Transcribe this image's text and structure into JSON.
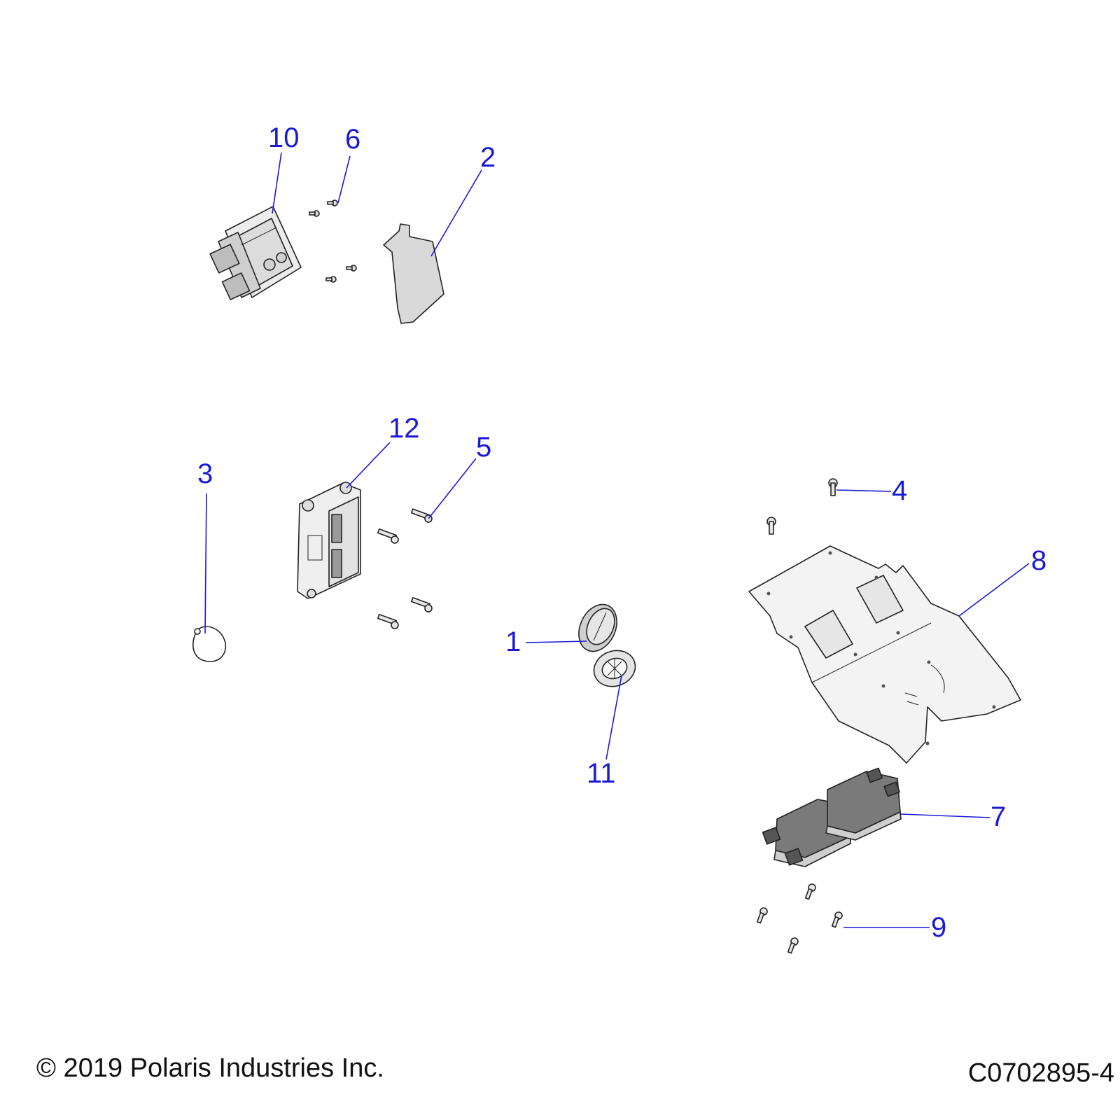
{
  "diagram": {
    "callouts": [
      {
        "id": "10",
        "label": "10"
      },
      {
        "id": "6",
        "label": "6"
      },
      {
        "id": "2",
        "label": "2"
      },
      {
        "id": "12",
        "label": "12"
      },
      {
        "id": "5",
        "label": "5"
      },
      {
        "id": "3",
        "label": "3"
      },
      {
        "id": "4",
        "label": "4"
      },
      {
        "id": "8",
        "label": "8"
      },
      {
        "id": "1",
        "label": "1"
      },
      {
        "id": "11",
        "label": "11"
      },
      {
        "id": "7",
        "label": "7"
      },
      {
        "id": "9",
        "label": "9"
      }
    ],
    "colors": {
      "callout": "#1a1ad6",
      "line_art": "#222222",
      "part_fill": "#e8e8e8",
      "dark_part": "#777777"
    }
  },
  "footer": {
    "copyright": "© 2019 Polaris Industries Inc.",
    "drawing_number": "C0702895-4"
  }
}
